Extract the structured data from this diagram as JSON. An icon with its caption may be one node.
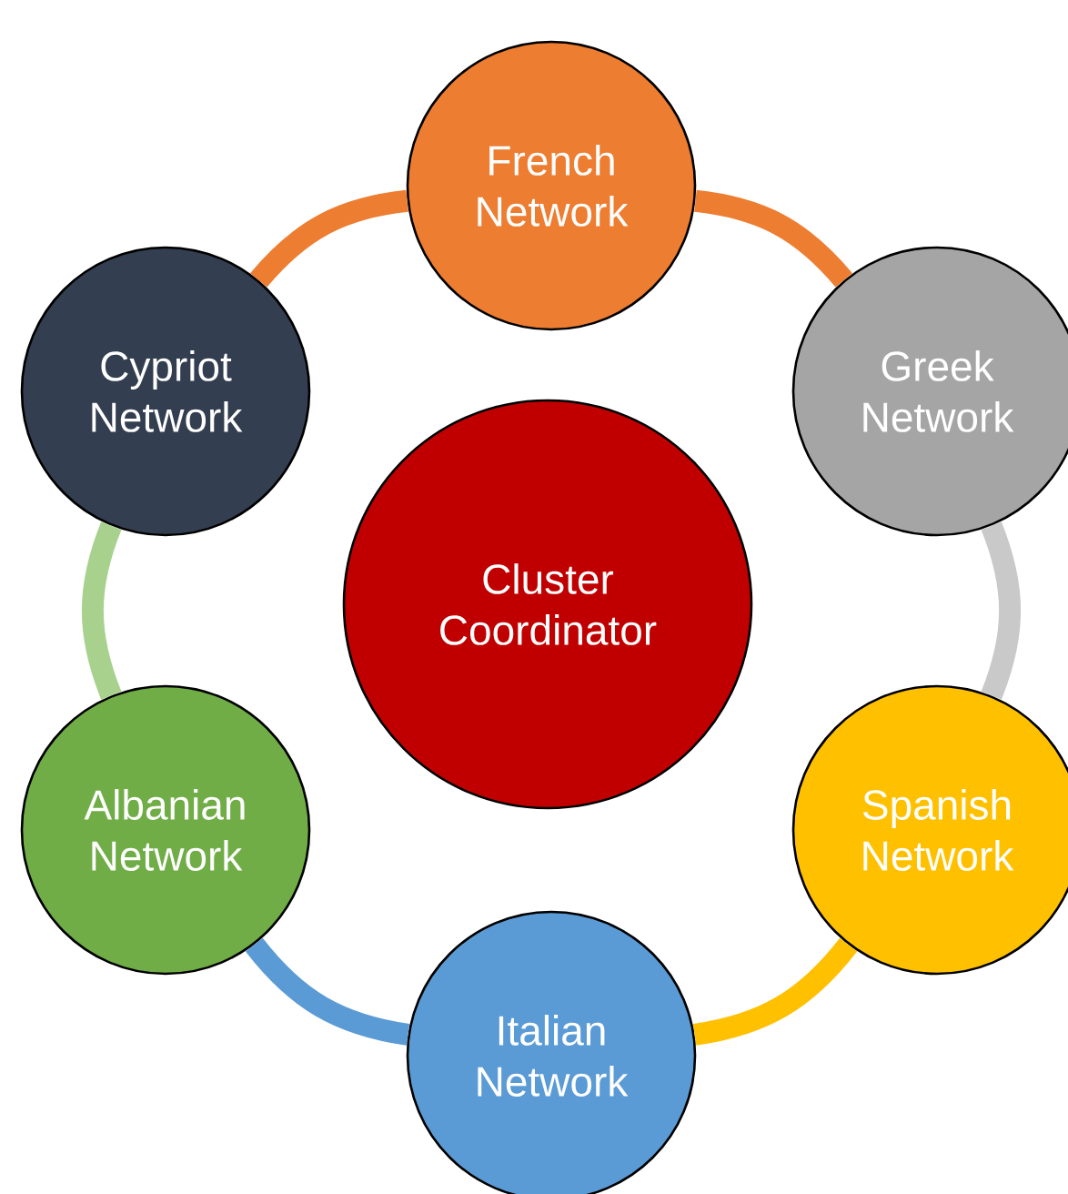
{
  "diagram": {
    "nodes": [
      {
        "text": [
          "French Network"
        ]
      },
      {
        "text": [
          "Cypriot Network"
        ]
      },
      {
        "text": [
          "Greek Network"
        ]
      },
      {
        "text": [
          "Cluster Coordinator"
        ]
      },
      {
        "text": [
          "Albanian Network"
        ]
      },
      {
        "text": [
          "Spanish Network"
        ]
      },
      {
        "text": [
          "Italian Network"
        ]
      }
    ],
    "edges": [
      {
        "from": 0,
        "to": 2,
        "arrow": "none",
        "color": "#ed7d31"
      },
      {
        "from": 2,
        "to": 5,
        "arrow": "none",
        "color": "#c9c9c9"
      },
      {
        "from": 5,
        "to": 6,
        "arrow": "none",
        "color": "#ffc000"
      },
      {
        "from": 6,
        "to": 4,
        "arrow": "none",
        "color": "#5b9bd5"
      },
      {
        "from": 4,
        "to": 1,
        "arrow": "none",
        "color": "#a9d18e"
      },
      {
        "from": 1,
        "to": 0,
        "arrow": "none",
        "color": "#ed7d31"
      }
    ]
  }
}
